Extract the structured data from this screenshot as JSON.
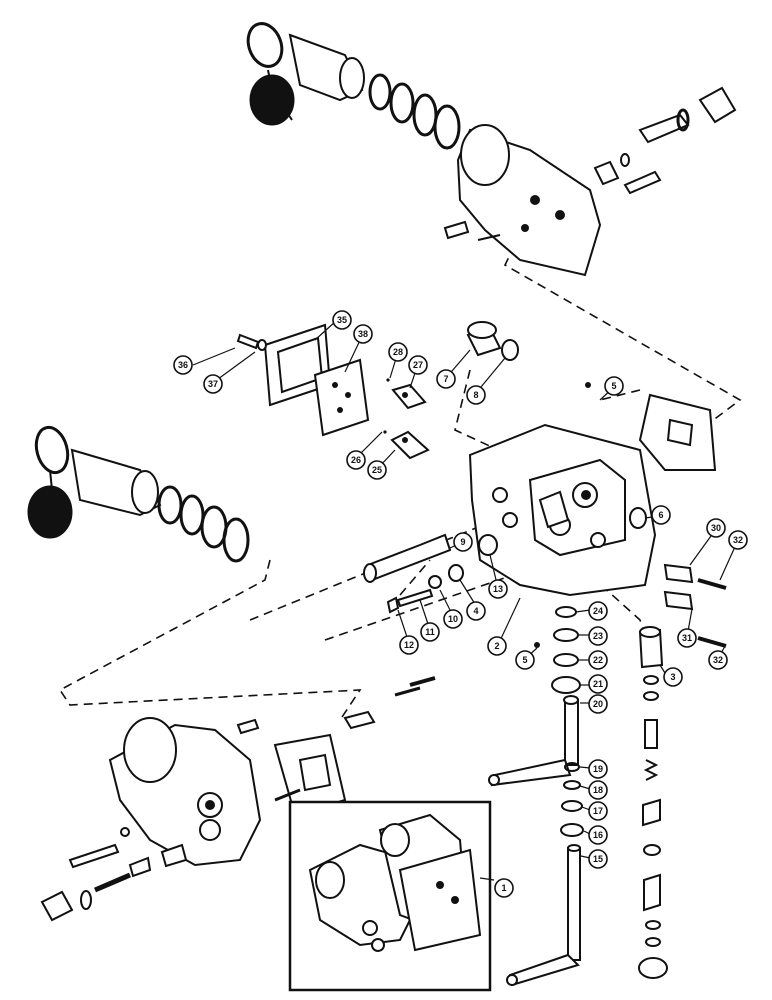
{
  "diagram": {
    "callouts": [
      {
        "label": "1"
      },
      {
        "label": "2"
      },
      {
        "label": "3"
      },
      {
        "label": "4"
      },
      {
        "label": "5"
      },
      {
        "label": "5"
      },
      {
        "label": "6"
      },
      {
        "label": "7"
      },
      {
        "label": "8"
      },
      {
        "label": "9"
      },
      {
        "label": "10"
      },
      {
        "label": "11"
      },
      {
        "label": "12"
      },
      {
        "label": "13"
      },
      {
        "label": "15"
      },
      {
        "label": "16"
      },
      {
        "label": "17"
      },
      {
        "label": "18"
      },
      {
        "label": "19"
      },
      {
        "label": "20"
      },
      {
        "label": "21"
      },
      {
        "label": "22"
      },
      {
        "label": "23"
      },
      {
        "label": "24"
      },
      {
        "label": "25"
      },
      {
        "label": "26"
      },
      {
        "label": "27"
      },
      {
        "label": "28"
      },
      {
        "label": "30"
      },
      {
        "label": "31"
      },
      {
        "label": "32"
      },
      {
        "label": "32"
      },
      {
        "label": "35"
      },
      {
        "label": "36"
      },
      {
        "label": "37"
      },
      {
        "label": "38"
      }
    ]
  }
}
